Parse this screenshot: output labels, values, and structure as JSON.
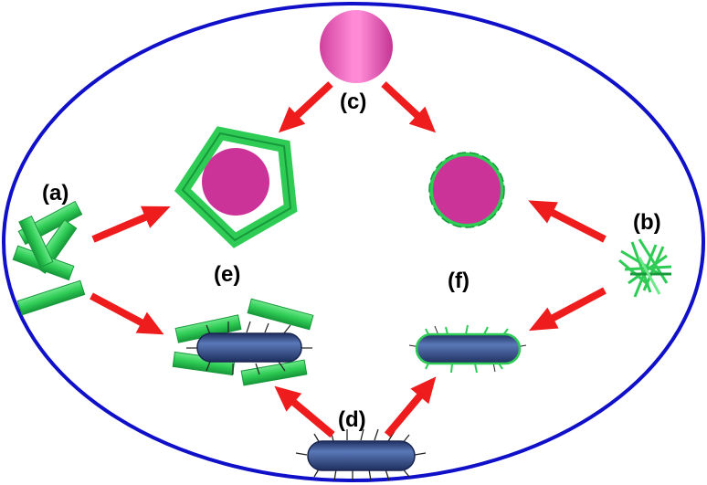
{
  "labels": {
    "a": "(a)",
    "b": "(b)",
    "c": "(c)",
    "d": "(d)",
    "e": "(e)",
    "f": "(f)"
  },
  "colors": {
    "ellipse": "#1010c8",
    "arrow": "#ee1c1c",
    "rod_green": "#2ecc55",
    "rod_green_dark": "#17983a",
    "sphere_magenta": "#cc3399",
    "bacterium": "#2a3f78",
    "bacterium_light": "#5a78b8",
    "pili": "#222222"
  },
  "icons": {
    "a": "green-nanorod-cluster-icon",
    "b": "green-fiber-bundle-icon",
    "c": "magenta-sphere-icon",
    "d": "rod-bacterium-icon"
  }
}
